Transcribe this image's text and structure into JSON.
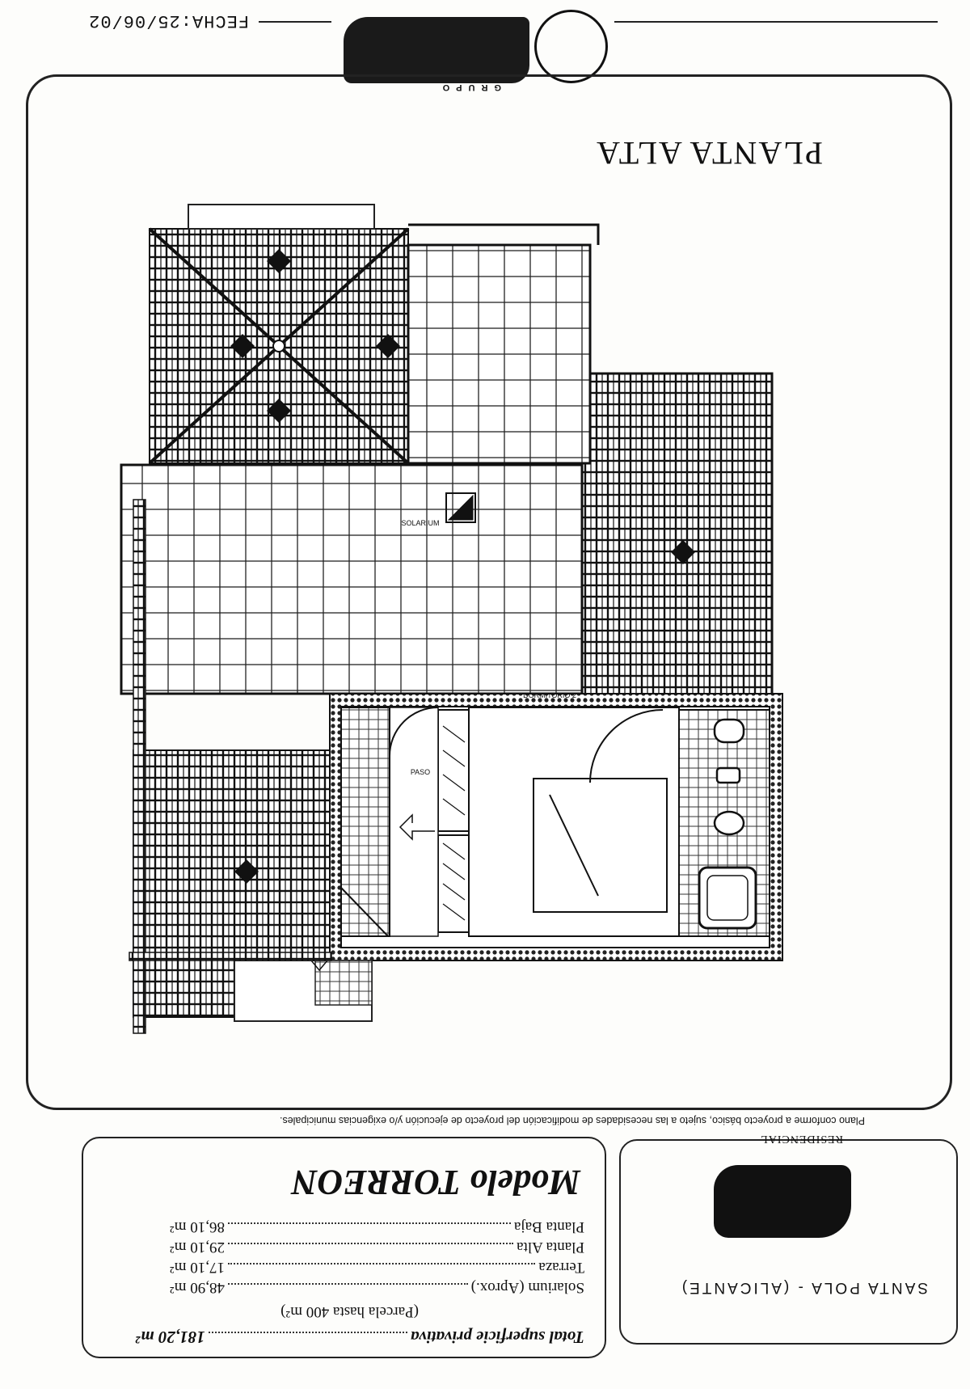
{
  "header": {
    "date": "FECHA:25/06/02",
    "group_label": "GRUPO",
    "plan_title": "PLANTA ALTA"
  },
  "rooms": {
    "solarium": "SOLARIUM",
    "bedroom": "DORMITORIO 2",
    "hall": "PASO"
  },
  "note": "Plano conforme a proyecto básico, sujeto a las necesidades de modificación del proyecto de ejecución y/o exigencias municipales.",
  "developer": {
    "residencial_label": "RESIDENCIAL",
    "location": "SANTA POLA - (ALICANTE)"
  },
  "model": {
    "title": "Modelo TORREON",
    "areas": [
      {
        "label": "Planta Baja",
        "value": "86,10 m²"
      },
      {
        "label": "Planta Alta",
        "value": "29,10 m²"
      },
      {
        "label": "Terraza",
        "value": "17,10 m²"
      },
      {
        "label": "Solarium (Aprox.)",
        "value": "48,90 m²"
      }
    ],
    "parcela": "(Parcela hasta 400 m²)",
    "total_label": "Total superficie privativa",
    "total_value": "181,20 m²"
  }
}
